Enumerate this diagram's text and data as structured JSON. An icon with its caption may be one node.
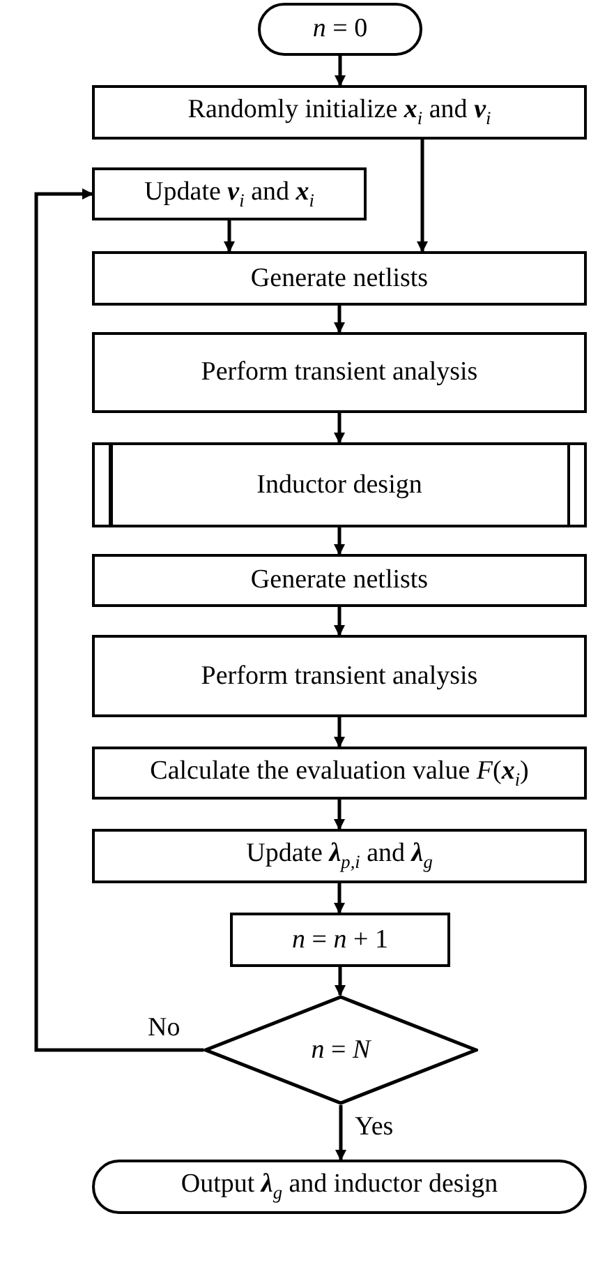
{
  "diagram": {
    "nodes": [
      {
        "text": [
          "*n* = 0"
        ]
      },
      {
        "text": [
          "Randomly initialize **x**$_{i}$ and **v**$_{i}$"
        ]
      },
      {
        "text": [
          "Update **v**$_{i}$ and **x**$_{i}$"
        ]
      },
      {
        "text": [
          "Generate netlists"
        ]
      },
      {
        "text": [
          "Perform transient analysis"
        ]
      },
      {
        "text": [
          "Inductor design"
        ]
      },
      {
        "text": [
          "Generate netlists"
        ]
      },
      {
        "text": [
          "Perform transient analysis"
        ]
      },
      {
        "text": [
          "Calculate the evaluation value *F*(**x**$_{i}$)"
        ]
      },
      {
        "text": [
          "Update **λ**$_{p,i}$ and **λ**$_{g}$"
        ]
      },
      {
        "text": [
          "*n* = *n* + 1"
        ]
      },
      {
        "text": [
          "*n* = *N*"
        ]
      },
      {
        "text": [
          "Output **λ**$_{g}$ and inductor design"
        ]
      }
    ],
    "edges": [
      {
        "from": 0,
        "to": 1,
        "arrow": "to"
      },
      {
        "from": 1,
        "to": 3,
        "arrow": "to"
      },
      {
        "from": 2,
        "to": 3,
        "arrow": "to"
      },
      {
        "from": 3,
        "to": 4,
        "arrow": "to"
      },
      {
        "from": 4,
        "to": 5,
        "arrow": "to"
      },
      {
        "from": 5,
        "to": 6,
        "arrow": "to"
      },
      {
        "from": 6,
        "to": 7,
        "arrow": "to"
      },
      {
        "from": 7,
        "to": 8,
        "arrow": "to"
      },
      {
        "from": 8,
        "to": 9,
        "arrow": "to"
      },
      {
        "from": 9,
        "to": 10,
        "arrow": "to"
      },
      {
        "from": 10,
        "to": 11,
        "arrow": "to"
      },
      {
        "from": 11,
        "to": 2,
        "arrow": "to",
        "label": "No"
      },
      {
        "from": 11,
        "to": 12,
        "arrow": "to",
        "label": "Yes"
      }
    ]
  }
}
